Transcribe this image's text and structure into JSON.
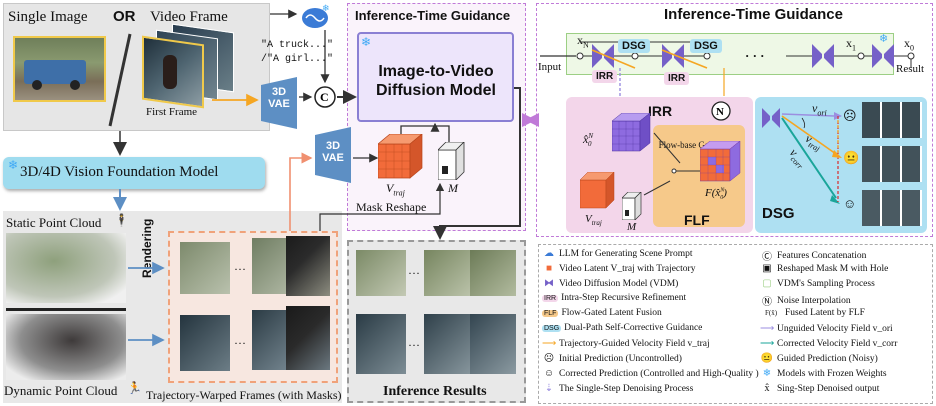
{
  "input_panel": {
    "single_image": "Single Image",
    "or": "OR",
    "video_frame": "Video Frame",
    "first_frame": "First Frame"
  },
  "prompts": {
    "line1": "\"A truck...\"",
    "line2": "/\"A girl...\""
  },
  "vae_label": "3D VAE",
  "foundation_model": "3D/4D Vision Foundation Model",
  "point_clouds": {
    "static": "Static Point Cloud",
    "dynamic": "Dynamic Point Cloud",
    "rendering": "Rendering",
    "warped": "Trajectory-Warped Frames (with Masks)"
  },
  "middle": {
    "title": "Inference-Time Guidance",
    "model": "Image-to-Video Diffusion Model",
    "vtraj": "V",
    "vtraj_sub": "traj",
    "m": "M",
    "mask_reshape": "Mask Reshape",
    "results": "Inference Results"
  },
  "right": {
    "title": "Inference-Time Guidance",
    "input": "Input",
    "result": "Result",
    "xN": "x",
    "xN_sub": "N",
    "x1": "x",
    "x1_sub": "1",
    "x0": "x",
    "x0_sub": "0",
    "dsg": "DSG",
    "irr": "IRR",
    "flf": "FLF",
    "gate": "Flow-base Gate",
    "n": "N",
    "ellipsis": "· · ·",
    "v_ori": "v",
    "v_ori_sub": "ori",
    "v_traj": "v",
    "v_traj_sub": "traj",
    "v_corr": "v",
    "v_corr_sub": "corr",
    "xhat": "x̂",
    "xhat_sup": "N",
    "xhat_sub": "0",
    "f_label": "F(x̂",
    "f_label_end": ")"
  },
  "legend": [
    {
      "icon": "llm-icon",
      "text": "LLM for Generating Scene Prompt"
    },
    {
      "icon": "concat-icon",
      "text": "Features Concatenation"
    },
    {
      "icon": "latent-icon",
      "text": "Video Latent V_traj with Trajectory"
    },
    {
      "icon": "mask-icon",
      "text": "Reshaped Mask M with Hole"
    },
    {
      "icon": "vdm-icon",
      "text": "Video Diffusion Model (VDM)"
    },
    {
      "icon": "sampling-icon",
      "text": "VDM's Sampling Process"
    },
    {
      "icon": "irr-chip",
      "text": "Intra-Step Recursive Refinement"
    },
    {
      "icon": "noise-icon",
      "text": "Noise Interpolation"
    },
    {
      "icon": "flf-chip",
      "text": "Flow-Gated Latent Fusion"
    },
    {
      "icon": "fused-icon",
      "text": "Fused Latent by FLF"
    },
    {
      "icon": "dsg-chip",
      "text": "Dual-Path Self-Corrective Guidance"
    },
    {
      "icon": "unguided-arrow",
      "text": "Unguided Velocity Field v_ori"
    },
    {
      "icon": "traj-arrow",
      "text": "Trajectory-Guided Velocity Field v_traj"
    },
    {
      "icon": "corr-arrow",
      "text": "Corrected Velocity Field v_corr"
    },
    {
      "icon": "initial-face",
      "text": "Initial Prediction (Uncontrolled)"
    },
    {
      "icon": "noisy-face",
      "text": "Guided Prediction (Noisy)"
    },
    {
      "icon": "corrected-face",
      "text": "Corrected Prediction (Controlled and High-Quality )"
    },
    {
      "icon": "snowflake-icon",
      "text": "Models with Frozen Weights"
    },
    {
      "icon": "single-step-arrow",
      "text": "The Single-Step Denoising Process"
    },
    {
      "icon": "denoised-icon",
      "text": "Sing-Step Denoised output"
    }
  ],
  "chips": {
    "irr": "IRR",
    "flf": "FLF",
    "dsg": "DSG"
  },
  "colors": {
    "accent_purple": "#b36ad6",
    "vae_blue": "#5d8fc4",
    "foundation_cyan": "#9fdcef",
    "irr_pink": "#f3d6ea",
    "flf_orange": "#f6c98a",
    "dsg_blue": "#aee0f2",
    "traj_orange": "#f5a623",
    "corr_teal": "#1aa59a",
    "ori_purple": "#9b8ee0"
  }
}
